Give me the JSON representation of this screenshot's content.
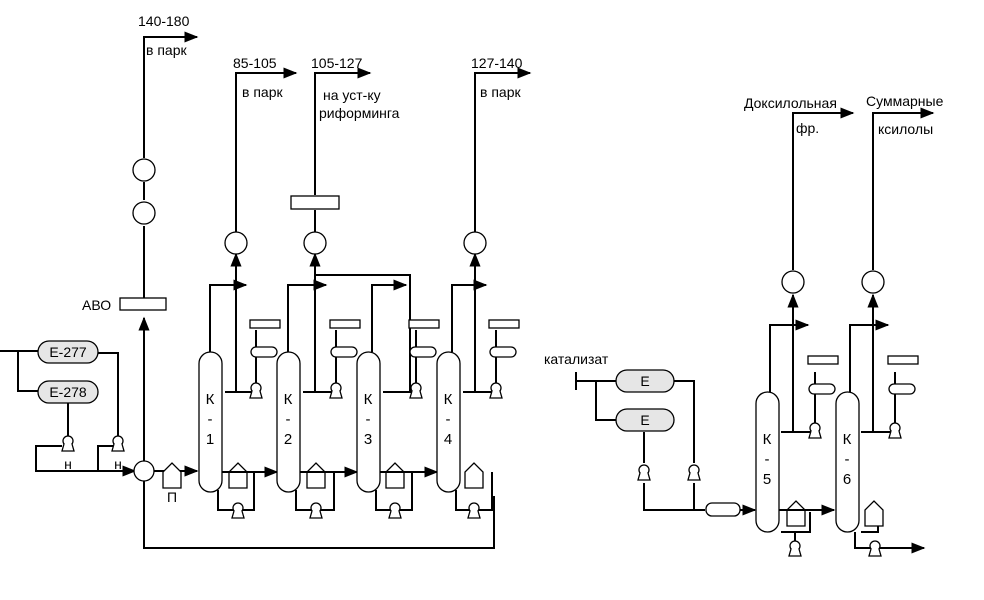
{
  "outlets": {
    "o140_180": {
      "range": "140-180",
      "dest": "в парк"
    },
    "o85_105": {
      "range": "85-105",
      "dest": "в парк"
    },
    "o105_127": {
      "range": "105-127",
      "dest1": "на уст-ку",
      "dest2": "риформинга"
    },
    "o127_140": {
      "range": "127-140",
      "dest": "в парк"
    },
    "oxyl": {
      "line1": "Доксилольная",
      "line2": "фр."
    },
    "osum": {
      "line1": "Суммарные",
      "line2": "ксилолы"
    }
  },
  "labels": {
    "avo": "АВО",
    "furnace": "П",
    "catalyst": "катализат",
    "pump_n": "н"
  },
  "vessels": {
    "e277": "Е-277",
    "e278": "Е-278",
    "e_a": "Е",
    "e_b": "Е"
  },
  "columns": [
    {
      "id": "k1",
      "c1": "К",
      "c2": "-",
      "c3": "1"
    },
    {
      "id": "k2",
      "c1": "К",
      "c2": "-",
      "c3": "2"
    },
    {
      "id": "k3",
      "c1": "К",
      "c2": "-",
      "c3": "3"
    },
    {
      "id": "k4",
      "c1": "К",
      "c2": "-",
      "c3": "4"
    },
    {
      "id": "k5",
      "c1": "К",
      "c2": "-",
      "c3": "5"
    },
    {
      "id": "k6",
      "c1": "К",
      "c2": "-",
      "c3": "6"
    }
  ]
}
